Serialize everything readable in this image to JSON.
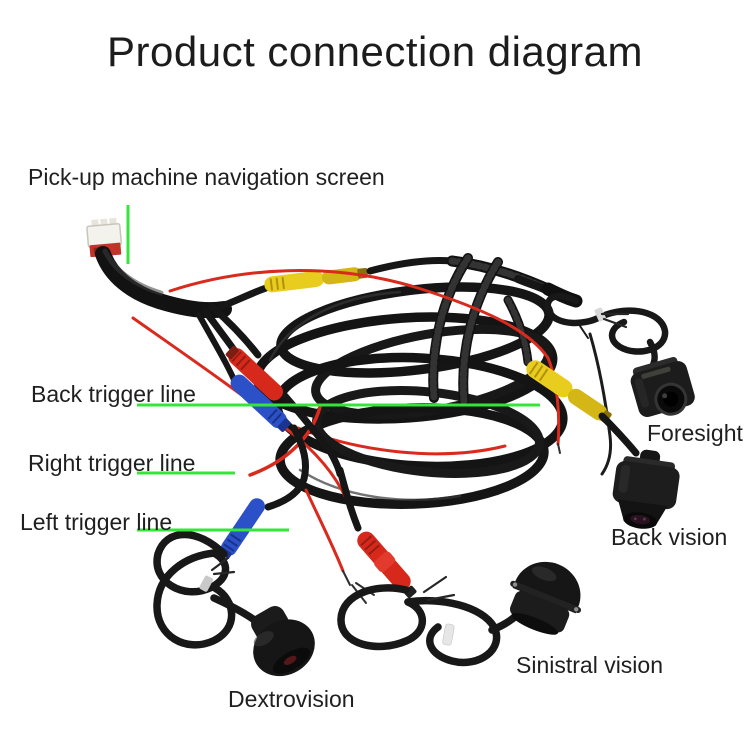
{
  "title": "Product connection diagram",
  "labels": {
    "pickup_screen": "Pick-up machine navigation screen",
    "back_trigger": "Back trigger line",
    "right_trigger": "Right trigger line",
    "left_trigger": "Left trigger line",
    "foresight": "Foresight",
    "back_vision": "Back vision",
    "sinistral_vision": "Sinistral vision",
    "dextrovision": "Dextrovision"
  },
  "colors": {
    "background": "#ffffff",
    "text": "#1f1f1f",
    "annotation_green": "#35e53a",
    "cable_black": "#171717",
    "wire_red": "#d92a1e",
    "connector_yellow": "#e9cd1e",
    "connector_blue": "#2b50c8",
    "connector_red": "#d7281c",
    "plug_white": "#f4f2ec"
  }
}
